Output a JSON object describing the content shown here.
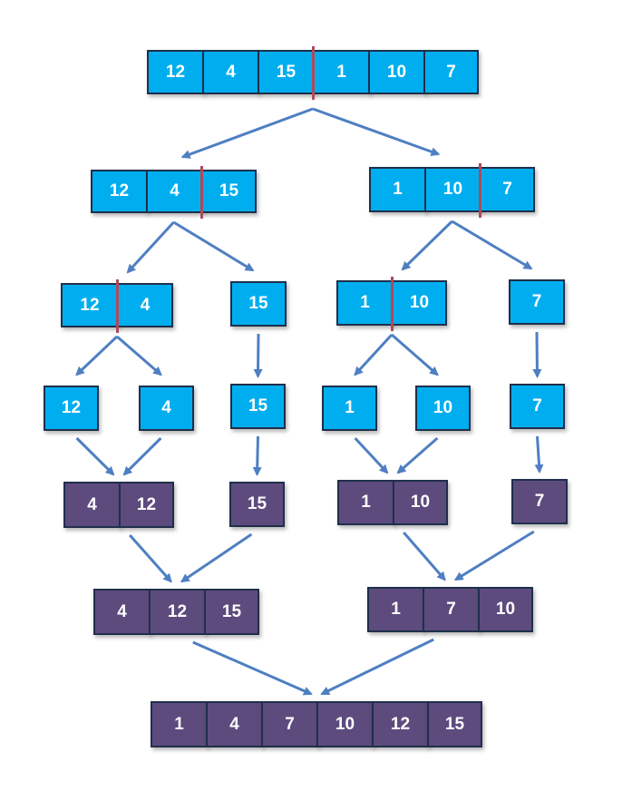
{
  "colors": {
    "split_box": "#00aeef",
    "merge_box": "#5d4b7e",
    "arrow": "#4f7fc2",
    "split_mark": "#b0495a",
    "border": "#1f2f4a"
  },
  "arrays": [
    {
      "id": "level0",
      "kind": "split",
      "values": [
        "12",
        "4",
        "15",
        "1",
        "10",
        "7"
      ]
    },
    {
      "id": "level1-left",
      "kind": "split",
      "values": [
        "12",
        "4",
        "15"
      ]
    },
    {
      "id": "level1-right",
      "kind": "split",
      "values": [
        "1",
        "10",
        "7"
      ]
    },
    {
      "id": "level2-a",
      "kind": "split",
      "values": [
        "12",
        "4"
      ]
    },
    {
      "id": "level2-b",
      "kind": "split",
      "values": [
        "15"
      ]
    },
    {
      "id": "level2-c",
      "kind": "split",
      "values": [
        "1",
        "10"
      ]
    },
    {
      "id": "level2-d",
      "kind": "split",
      "values": [
        "7"
      ]
    },
    {
      "id": "level3-a",
      "kind": "split",
      "values": [
        "12"
      ]
    },
    {
      "id": "level3-b",
      "kind": "split",
      "values": [
        "4"
      ]
    },
    {
      "id": "level3-c",
      "kind": "split",
      "values": [
        "15"
      ]
    },
    {
      "id": "level3-d",
      "kind": "split",
      "values": [
        "1"
      ]
    },
    {
      "id": "level3-e",
      "kind": "split",
      "values": [
        "10"
      ]
    },
    {
      "id": "level3-f",
      "kind": "split",
      "values": [
        "7"
      ]
    },
    {
      "id": "merge1-a",
      "kind": "merge",
      "values": [
        "4",
        "12"
      ]
    },
    {
      "id": "merge1-b",
      "kind": "merge",
      "values": [
        "15"
      ]
    },
    {
      "id": "merge1-c",
      "kind": "merge",
      "values": [
        "1",
        "10"
      ]
    },
    {
      "id": "merge1-d",
      "kind": "merge",
      "values": [
        "7"
      ]
    },
    {
      "id": "merge2-left",
      "kind": "merge",
      "values": [
        "4",
        "12",
        "15"
      ]
    },
    {
      "id": "merge2-right",
      "kind": "merge",
      "values": [
        "1",
        "7",
        "10"
      ]
    },
    {
      "id": "merge3-final",
      "kind": "merge",
      "values": [
        "1",
        "4",
        "7",
        "10",
        "12",
        "15"
      ]
    }
  ],
  "edges": [
    [
      "level0",
      "level1-left"
    ],
    [
      "level0",
      "level1-right"
    ],
    [
      "level1-left",
      "level2-a"
    ],
    [
      "level1-left",
      "level2-b"
    ],
    [
      "level1-right",
      "level2-c"
    ],
    [
      "level1-right",
      "level2-d"
    ],
    [
      "level2-a",
      "level3-a"
    ],
    [
      "level2-a",
      "level3-b"
    ],
    [
      "level2-b",
      "level3-c"
    ],
    [
      "level2-c",
      "level3-d"
    ],
    [
      "level2-c",
      "level3-e"
    ],
    [
      "level2-d",
      "level3-f"
    ],
    [
      "level3-a",
      "merge1-a"
    ],
    [
      "level3-b",
      "merge1-a"
    ],
    [
      "level3-c",
      "merge1-b"
    ],
    [
      "level3-d",
      "merge1-c"
    ],
    [
      "level3-e",
      "merge1-c"
    ],
    [
      "level3-f",
      "merge1-d"
    ],
    [
      "merge1-a",
      "merge2-left"
    ],
    [
      "merge1-b",
      "merge2-left"
    ],
    [
      "merge1-c",
      "merge2-right"
    ],
    [
      "merge1-d",
      "merge2-right"
    ],
    [
      "merge2-left",
      "merge3-final"
    ],
    [
      "merge2-right",
      "merge3-final"
    ]
  ]
}
